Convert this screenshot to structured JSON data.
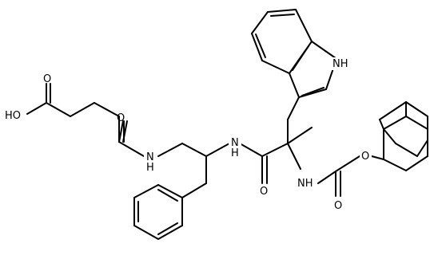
{
  "labels": {
    "oh": "HO",
    "o_acid": "O",
    "o_amide1": "O",
    "nh_amide1": "N",
    "h_amide1": "H",
    "nh_amide2": "N",
    "h_amide2": "H",
    "o_amide2": "O",
    "nh_carbamate": "NH",
    "o_carbonyl": "O",
    "o_ester": "O",
    "nh_indole": "NH"
  }
}
